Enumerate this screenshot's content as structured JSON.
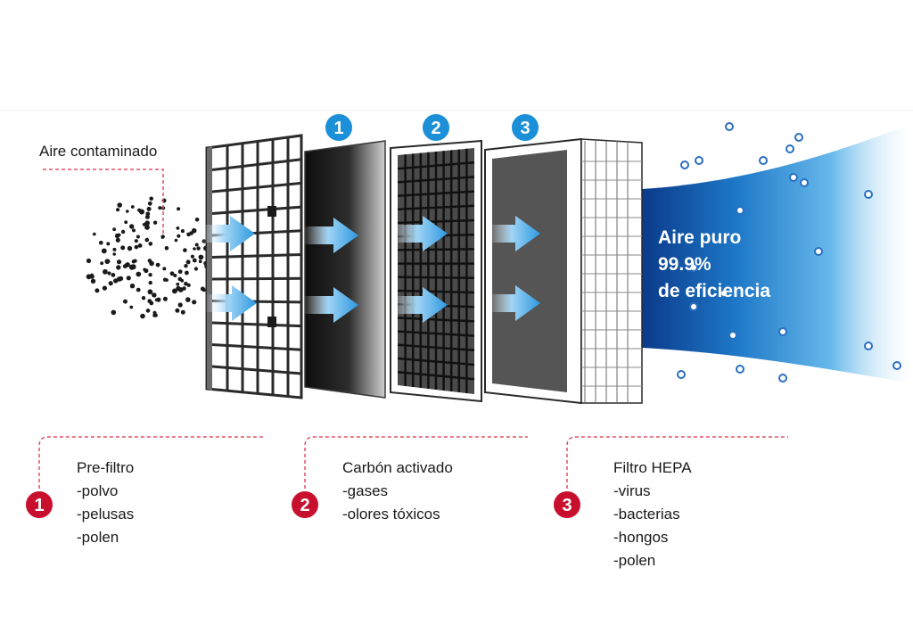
{
  "labels": {
    "contaminated_air": "Aire contaminado",
    "pure_air": [
      "Aire puro",
      "99.9%",
      "de eficiencia"
    ]
  },
  "badges": [
    "1",
    "2",
    "3"
  ],
  "stages": [
    {
      "number": "1",
      "title": "Pre-filtro",
      "items": [
        "-polvo",
        "-pelusas",
        "-polen"
      ]
    },
    {
      "number": "2",
      "title": "Carbón activado",
      "items": [
        "-gases",
        "-olores tóxicos"
      ]
    },
    {
      "number": "3",
      "title": "Filtro HEPA",
      "items": [
        "-virus",
        "-bacterias",
        "-hongos",
        "-polen"
      ]
    }
  ],
  "colors": {
    "badge_blue": "#1b8fd8",
    "badge_red": "#c8102e",
    "dashed_line": "#e0506a",
    "arrow_blue": "#3aa7e8",
    "pure_air_dark": "#0b3a8a",
    "particle": "#1a1a1a",
    "clean_particle": "#2a6fc0"
  }
}
